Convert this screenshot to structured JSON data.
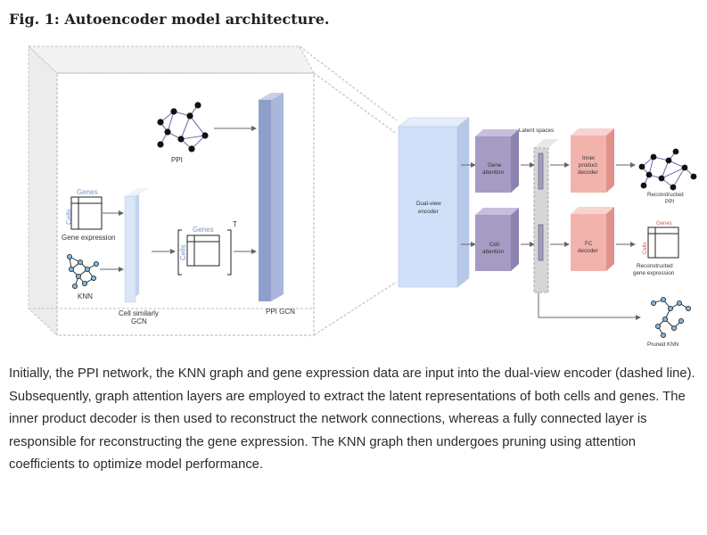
{
  "figure_title": "Fig. 1: Autoencoder model architecture.",
  "labels": {
    "ppi": "PPI",
    "genes": "Genes",
    "cells": "Cells",
    "gene_expression": "Gene expression",
    "knn": "KNN",
    "cell_similarity_gcn_line1": "Cell similarly",
    "cell_similarity_gcn_line2": "GCN",
    "genes_t": "Genes",
    "cells_t": "Cells",
    "transpose": "T",
    "ppi_gcn": "PPI GCN",
    "dual_view_line1": "Dual-view",
    "dual_view_line2": "encoder",
    "latent_spaces": "Latent spaces",
    "gene_attention_line1": "Gene",
    "gene_attention_line2": "attention",
    "cell_attention_line1": "Cell",
    "cell_attention_line2": "attention",
    "inner_product_line1": "Inner",
    "inner_product_line2": "product",
    "inner_product_line3": "decoder",
    "fc_decoder_line1": "FC",
    "fc_decoder_line2": "decoder",
    "reconstructed_ppi_line1": "Reconstructed",
    "reconstructed_ppi_line2": "PPI",
    "recon_genes": "Genes",
    "recon_cells": "Cells",
    "reconstructed_expr_line1": "Reconstructed",
    "reconstructed_expr_line2": "gene expression",
    "pruned_knn": "Pruned KNN"
  },
  "colors": {
    "gcn_light": "#dbe6f6",
    "gcn_dark": "#8e9fcb",
    "encoder": "#cfe0f8",
    "attention": "#a69bc3",
    "decoder": "#f2b3ad",
    "latent": "#d6d6d6",
    "knn_node": "#7fb8e0",
    "dashed_frame": "#b9c3d6"
  },
  "caption": "Initially, the PPI network, the KNN graph and gene expression data are input into the dual-view encoder (dashed line). Subsequently, graph attention layers are employed to extract the latent representations of both cells and genes. The inner product decoder is then used to reconstruct the network connections, whereas a fully connected layer is responsible for reconstructing the gene expression. The KNN graph then undergoes pruning using attention coefficients to optimize model performance."
}
